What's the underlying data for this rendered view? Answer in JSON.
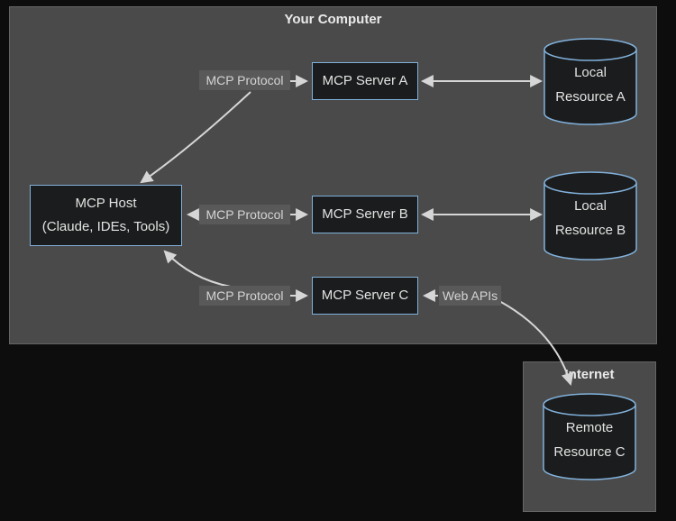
{
  "clusters": {
    "computer": {
      "title": "Your Computer"
    },
    "internet": {
      "title": "Internet"
    }
  },
  "nodes": {
    "host": {
      "line1": "MCP Host",
      "line2": "(Claude, IDEs, Tools)"
    },
    "server_a": {
      "label": "MCP Server A"
    },
    "server_b": {
      "label": "MCP Server B"
    },
    "server_c": {
      "label": "MCP Server C"
    },
    "resource_a": {
      "line1": "Local",
      "line2": "Resource A"
    },
    "resource_b": {
      "line1": "Local",
      "line2": "Resource B"
    },
    "resource_c": {
      "line1": "Remote",
      "line2": "Resource C"
    }
  },
  "edge_labels": {
    "protocol_a": "MCP Protocol",
    "protocol_b": "MCP Protocol",
    "protocol_c": "MCP Protocol",
    "web_apis": "Web APIs"
  },
  "colors": {
    "background": "#0d0d0d",
    "cluster_fill": "#4a4a4a",
    "cluster_border": "#656565",
    "node_fill": "#1b1c1d",
    "node_border": "#81b1db",
    "node_text": "#e3e3e3",
    "edge": "#d6d6d6",
    "label_chip_bg": "#595959",
    "label_chip_text": "#d4d4d4"
  }
}
